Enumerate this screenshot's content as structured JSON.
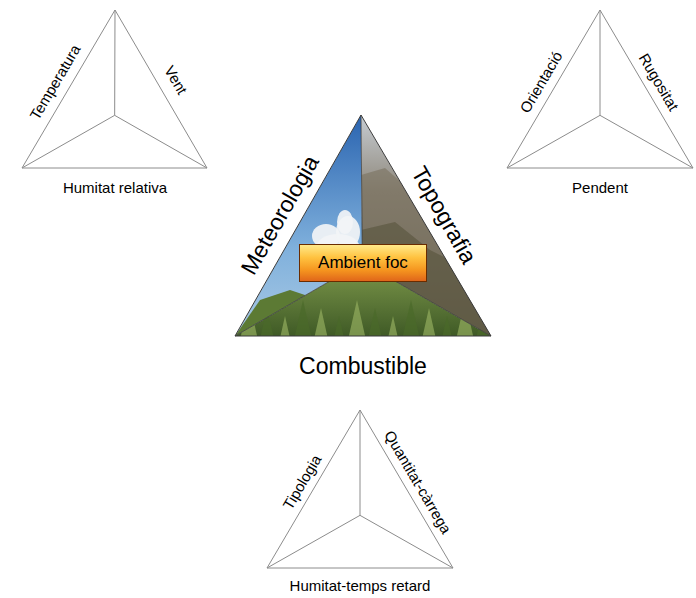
{
  "diagram": {
    "nodes": [
      {
        "text": [
          "Temperatura",
          "Vent",
          "Humitat relativa"
        ]
      },
      {
        "text": [
          "Orientació",
          "Rugositat",
          "Pendent"
        ]
      },
      {
        "text": [
          "Meteorologia",
          "Topografia",
          "Combustible"
        ]
      },
      {
        "text": [
          "Ambient foc"
        ],
        "in": 2
      },
      {
        "text": [
          "Tipologia",
          "Quantitat-càrrega",
          "Humitat-temps retard"
        ]
      }
    ]
  }
}
